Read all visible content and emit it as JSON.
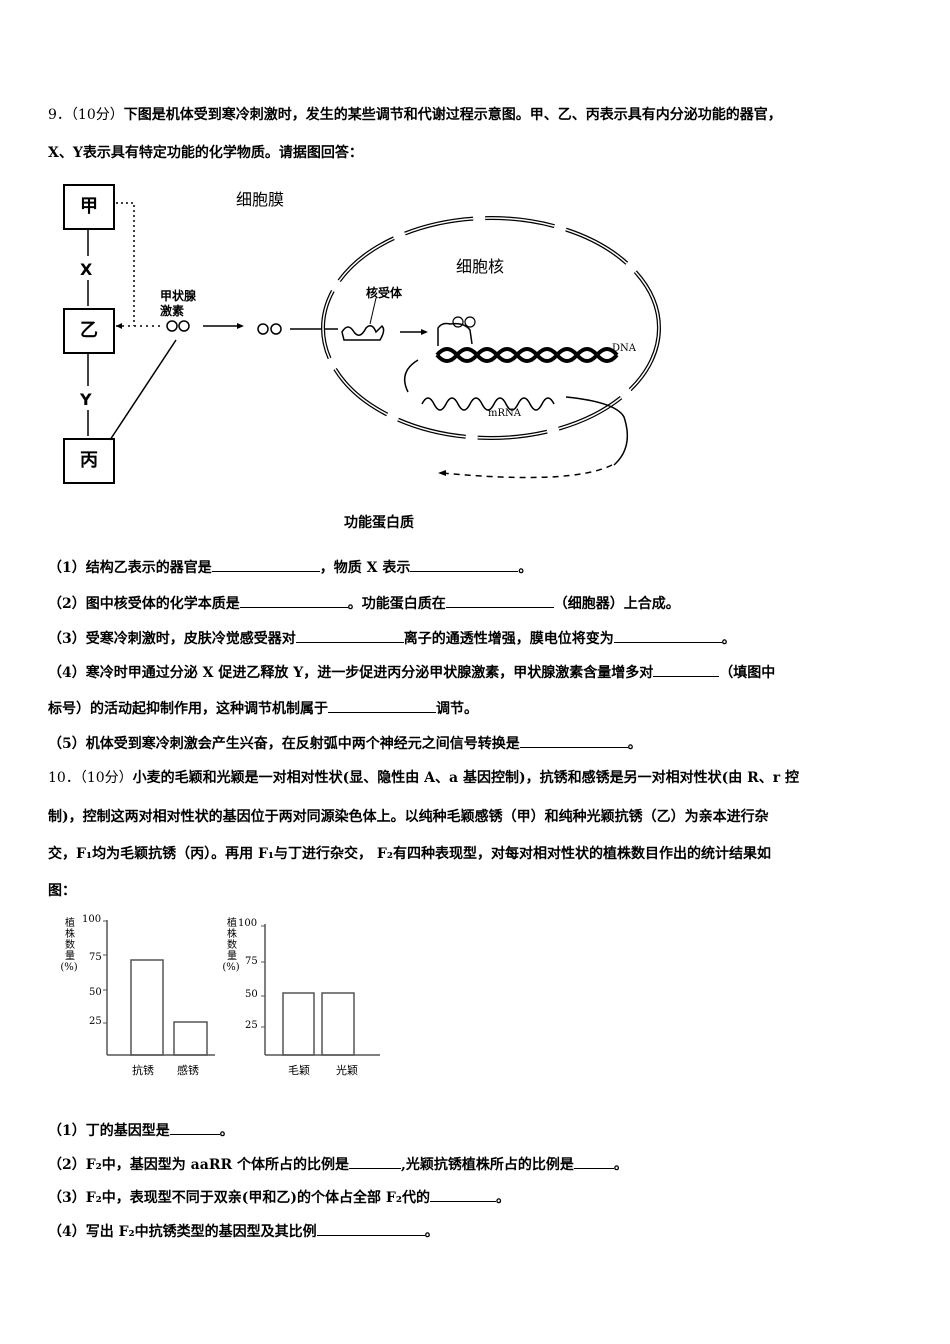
{
  "q9": {
    "number": "9．",
    "score": "（10分）",
    "intro_line1": "下图是机体受到寒冷刺激时，发生的某些调节和代谢过程示意图。甲、乙、丙表示具有内分泌功能的器官，",
    "intro_line2": "X、Y表示具有特定功能的化学物质。请据图回答：",
    "diagram": {
      "box_jia": "甲",
      "box_yi": "乙",
      "box_bing": "丙",
      "label_x": "X",
      "label_y": "Y",
      "thyroid_label_1": "甲状腺",
      "thyroid_label_2": "激素",
      "cell_membrane": "细胞膜",
      "nucleus": "细胞核",
      "receptor": "核受体",
      "dna": "DNA",
      "mrna": "mRNA",
      "functional_protein": "功能蛋白质"
    },
    "questions": [
      {
        "p1": "（1）结构乙表示的器官是",
        "p2": "，物质 X 表示",
        "p3": "。"
      },
      {
        "p1": "（2）图中核受体的化学本质是",
        "p2": "。功能蛋白质在",
        "p3": "（细胞器）上合成。"
      },
      {
        "p1": "（3）受寒冷刺激时，皮肤冷觉感受器对",
        "p2": "离子的通透性增强，膜电位将变为",
        "p3": "。"
      },
      {
        "p1": "（4）寒冷时甲通过分泌 X 促进乙释放 Y，进一步促进丙分泌甲状腺激素，甲状腺激素含量增多对",
        "p2": "（填图中"
      },
      {
        "p1": "标号）的活动起抑制作用，这种调节机制属于",
        "p2": "调节。"
      },
      {
        "p1": "（5）机体受到寒冷刺激会产生兴奋，在反射弧中两个神经元之间信号转换是",
        "p2": "。"
      }
    ]
  },
  "q10": {
    "number": "10．",
    "score": "（10分）",
    "line1": "小麦的毛颖和光颖是一对相对性状(显、隐性由 A、a 基因控制)，抗锈和感锈是另一对相对性状(由 R、r 控",
    "line2": "制)，控制这两对相对性状的基因位于两对同源染色体上。以纯种毛颖感锈（甲）和纯种光颖抗锈（乙）为亲本进行杂",
    "line3": "交，F₁均为毛颖抗锈（丙）。再用 F₁与丁进行杂交， F₂有四种表现型，对每对相对性状的植株数目作出的统计结果如",
    "line4": "图：",
    "questions": [
      {
        "p1": "（1）丁的基因型是",
        "p2": "。"
      },
      {
        "p1": "（2）F₂中，基因型为 aaRR 个体所占的比例是",
        "p2": ",光颖抗锈植株所占的比例是",
        "p3": "。"
      },
      {
        "p1": "（3）F₂中，表现型不同于双亲(甲和乙)的个体占全部 F₂代的",
        "p2": "。"
      },
      {
        "p1": "（4）写出 F₂中抗锈类型的基因型及其比例",
        "p2": "。"
      }
    ]
  },
  "chart_data": [
    {
      "type": "bar",
      "categories": [
        "抗锈",
        "感锈"
      ],
      "values": [
        75,
        25
      ],
      "title": "",
      "xlabel": "",
      "ylabel": "植株数量(%)",
      "yticks": [
        25,
        50,
        75,
        100
      ],
      "ylim": [
        0,
        100
      ]
    },
    {
      "type": "bar",
      "categories": [
        "毛颖",
        "光颖"
      ],
      "values": [
        50,
        50
      ],
      "title": "",
      "xlabel": "",
      "ylabel": "植株数量(%)",
      "yticks": [
        25,
        50,
        75,
        100
      ],
      "ylim": [
        0,
        100
      ]
    }
  ],
  "charts_text": {
    "ylabel_chars": [
      "植",
      "株",
      "数",
      "量",
      "(%)"
    ],
    "ticks": [
      "100",
      "75",
      "50",
      "25"
    ],
    "c1_cat1": "抗锈",
    "c1_cat2": "感锈",
    "c2_cat1": "毛颖",
    "c2_cat2": "光颖"
  }
}
